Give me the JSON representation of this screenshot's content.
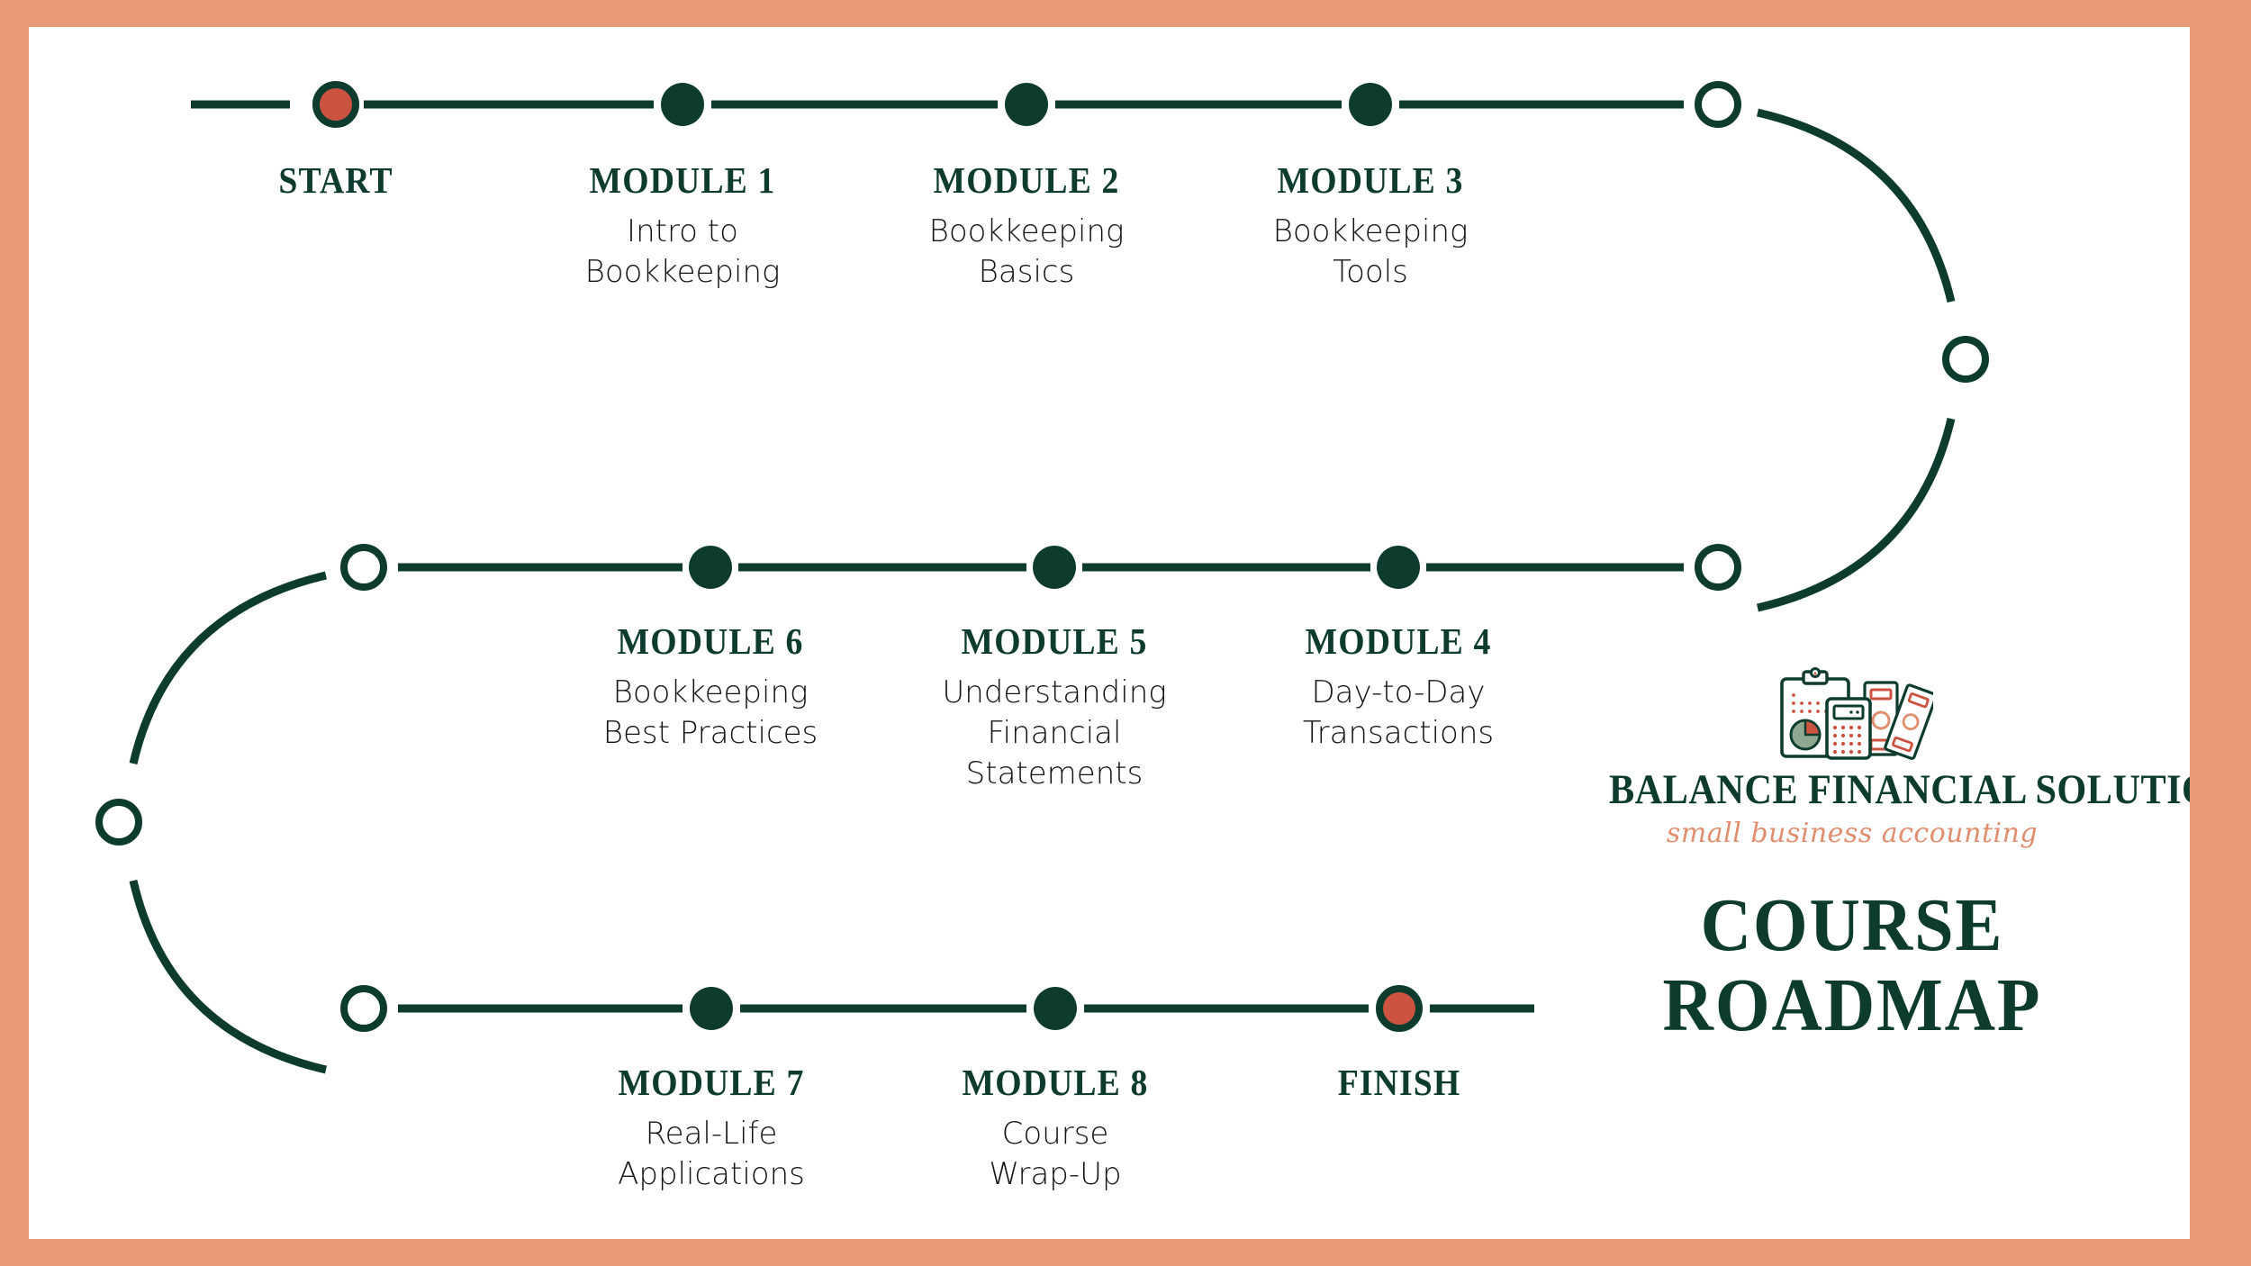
{
  "poster": {
    "title_line1": "COURSE",
    "title_line2": "ROADMAP",
    "border_color": "#E89A77",
    "background_color": "#FFFFFF"
  },
  "brand": {
    "name": "BALANCE FINANCIAL SOLUTIONS",
    "tagline": "small business accounting",
    "logo_icon": "clipboard-calculator-banknotes-icon",
    "name_color": "#0D3B2E",
    "tagline_color": "#E08E6E"
  },
  "theme": {
    "green": "#0D3B2E",
    "accent_red": "#CC5340",
    "text_dark": "#141414",
    "salmon": "#E89A77"
  },
  "chart_data": {
    "type": "diagram",
    "title": "COURSE ROADMAP",
    "layout": "serpentine-timeline",
    "rows": 3,
    "nodes": [
      {
        "id": "start",
        "row": 1,
        "col": 1,
        "marker": "accent-dot",
        "title": "START",
        "desc": []
      },
      {
        "id": "module-1",
        "row": 1,
        "col": 2,
        "marker": "filled-dot",
        "title": "MODULE 1",
        "desc": [
          "Intro to",
          "Bookkeeping"
        ]
      },
      {
        "id": "module-2",
        "row": 1,
        "col": 3,
        "marker": "filled-dot",
        "title": "MODULE 2",
        "desc": [
          "Bookkeeping",
          "Basics"
        ]
      },
      {
        "id": "module-3",
        "row": 1,
        "col": 4,
        "marker": "filled-dot",
        "title": "MODULE 3",
        "desc": [
          "Bookkeeping",
          "Tools"
        ]
      },
      {
        "id": "module-6",
        "row": 2,
        "col": 2,
        "marker": "filled-dot",
        "title": "MODULE 6",
        "desc": [
          "Bookkeeping",
          "Best Practices"
        ]
      },
      {
        "id": "module-5",
        "row": 2,
        "col": 3,
        "marker": "filled-dot",
        "title": "MODULE 5",
        "desc": [
          "Understanding",
          "Financial",
          "Statements"
        ]
      },
      {
        "id": "module-4",
        "row": 2,
        "col": 4,
        "marker": "filled-dot",
        "title": "MODULE 4",
        "desc": [
          "Day-to-Day",
          "Transactions"
        ]
      },
      {
        "id": "module-7",
        "row": 3,
        "col": 2,
        "marker": "filled-dot",
        "title": "MODULE 7",
        "desc": [
          "Real-Life",
          "Applications"
        ]
      },
      {
        "id": "module-8",
        "row": 3,
        "col": 3,
        "marker": "filled-dot",
        "title": "MODULE 8",
        "desc": [
          "Course",
          "Wrap-Up"
        ]
      },
      {
        "id": "finish",
        "row": 3,
        "col": 4,
        "marker": "accent-dot",
        "title": "FINISH",
        "desc": []
      }
    ],
    "connector_nodes": [
      {
        "id": "turn-top-right",
        "row": 1,
        "marker": "hollow-dot"
      },
      {
        "id": "turn-right-mid",
        "row": 1.5,
        "marker": "hollow-dot"
      },
      {
        "id": "turn-mid-right",
        "row": 2,
        "marker": "hollow-dot"
      },
      {
        "id": "turn-mid-left",
        "row": 2,
        "marker": "hollow-dot"
      },
      {
        "id": "turn-left-mid",
        "row": 2.5,
        "marker": "hollow-dot"
      },
      {
        "id": "turn-bottom-left",
        "row": 3,
        "marker": "hollow-dot"
      }
    ]
  },
  "nodes": {
    "start": {
      "title": "START",
      "d1": "",
      "d2": "",
      "d3": ""
    },
    "module1": {
      "title": "MODULE 1",
      "d1": "Intro to",
      "d2": "Bookkeeping",
      "d3": ""
    },
    "module2": {
      "title": "MODULE 2",
      "d1": "Bookkeeping",
      "d2": "Basics",
      "d3": ""
    },
    "module3": {
      "title": "MODULE 3",
      "d1": "Bookkeeping",
      "d2": "Tools",
      "d3": ""
    },
    "module6": {
      "title": "MODULE 6",
      "d1": "Bookkeeping",
      "d2": "Best Practices",
      "d3": ""
    },
    "module5": {
      "title": "MODULE 5",
      "d1": "Understanding",
      "d2": "Financial",
      "d3": "Statements"
    },
    "module4": {
      "title": "MODULE 4",
      "d1": "Day-to-Day",
      "d2": "Transactions",
      "d3": ""
    },
    "module7": {
      "title": "MODULE 7",
      "d1": "Real-Life",
      "d2": "Applications",
      "d3": ""
    },
    "module8": {
      "title": "MODULE 8",
      "d1": "Course",
      "d2": "Wrap-Up",
      "d3": ""
    },
    "finish": {
      "title": "FINISH",
      "d1": "",
      "d2": "",
      "d3": ""
    }
  }
}
